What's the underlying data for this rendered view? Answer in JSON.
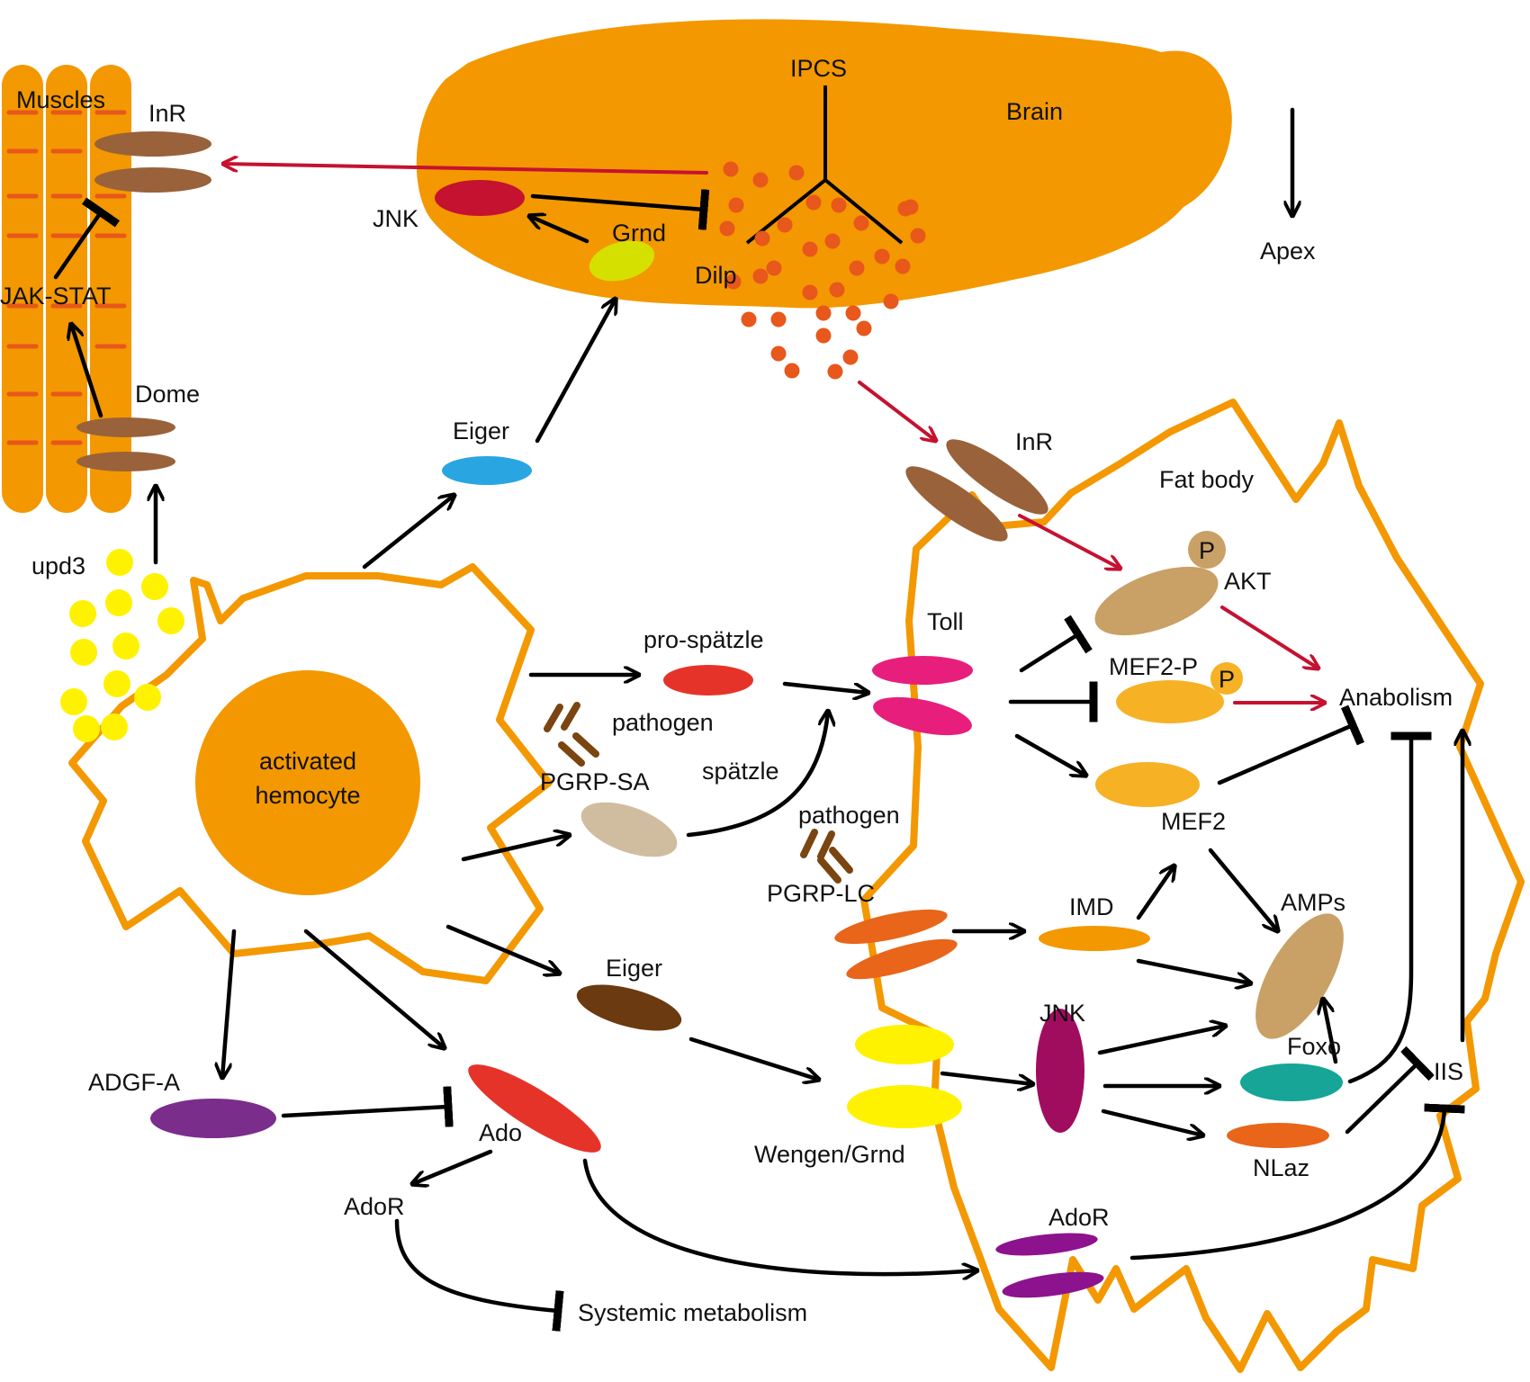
{
  "colors": {
    "organ": "#f39800",
    "activation_red": "#c41230",
    "dilp_dot": "#e8571b",
    "upd3_dot": "#fff200",
    "muscle_stripe": "#e8571b"
  },
  "labels": {
    "muscles": "Muscles",
    "inr_muscle": "InR",
    "jak_stat": "JAK-STAT",
    "dome": "Dome",
    "upd3": "upd3",
    "ipcs": "IPCS",
    "brain": "Brain",
    "apex": "Apex",
    "jnk_brain": "JNK",
    "grnd": "Grnd",
    "dilp": "Dilp",
    "eiger_top": "Eiger",
    "inr_fat": "InR",
    "fat_body": "Fat body",
    "p_akt": "P",
    "akt": "AKT",
    "toll": "Toll",
    "pro_spatzle": "pro-spätzle",
    "mef2p": "MEF2-P",
    "p_mef2": "P",
    "anabolism": "Anabolism",
    "pathogen1": "pathogen",
    "pgrp_sa": "PGRP-SA",
    "spatzle": "spätzle",
    "hemocyte_line1": "activated",
    "hemocyte_line2": "hemocyte",
    "mef2": "MEF2",
    "pathogen2": "pathogen",
    "pgrp_lc": "PGRP-LC",
    "imd": "IMD",
    "amps": "AMPs",
    "eiger_bottom": "Eiger",
    "jnk_fat": "JNK",
    "foxo": "Foxo",
    "iis": "IIS",
    "adgf_a": "ADGF-A",
    "ado": "Ado",
    "wengen_grnd": "Wengen/Grnd",
    "nlaz": "NLaz",
    "ador_left": "AdoR",
    "ador_right": "AdoR",
    "systemic": "Systemic metabolism"
  }
}
